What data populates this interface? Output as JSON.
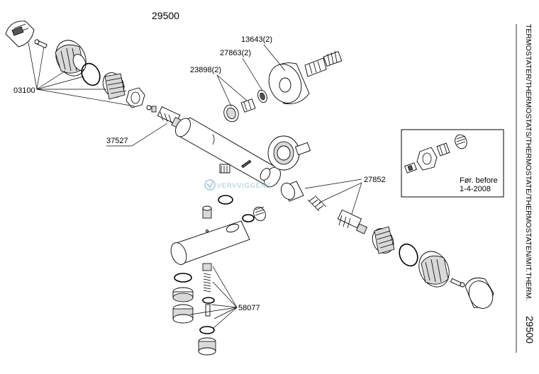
{
  "diagram": {
    "model_number": "29500",
    "side_title": "TERMOSTATER/THERMOSTATS/THERMOSTATE/THERMOSTATEN/MIT.THERM.",
    "side_number": "29500",
    "watermark": "VERVVIGGENS",
    "inset_note_line1": "Før. before",
    "inset_note_line2": "1-4-2008",
    "part_labels": {
      "p03100": "03100",
      "p37527": "37527",
      "p23898": "23898(2)",
      "p27863": "27863(2)",
      "p13643": "13643(2)",
      "p27852": "27852",
      "p58077": "58077"
    }
  }
}
